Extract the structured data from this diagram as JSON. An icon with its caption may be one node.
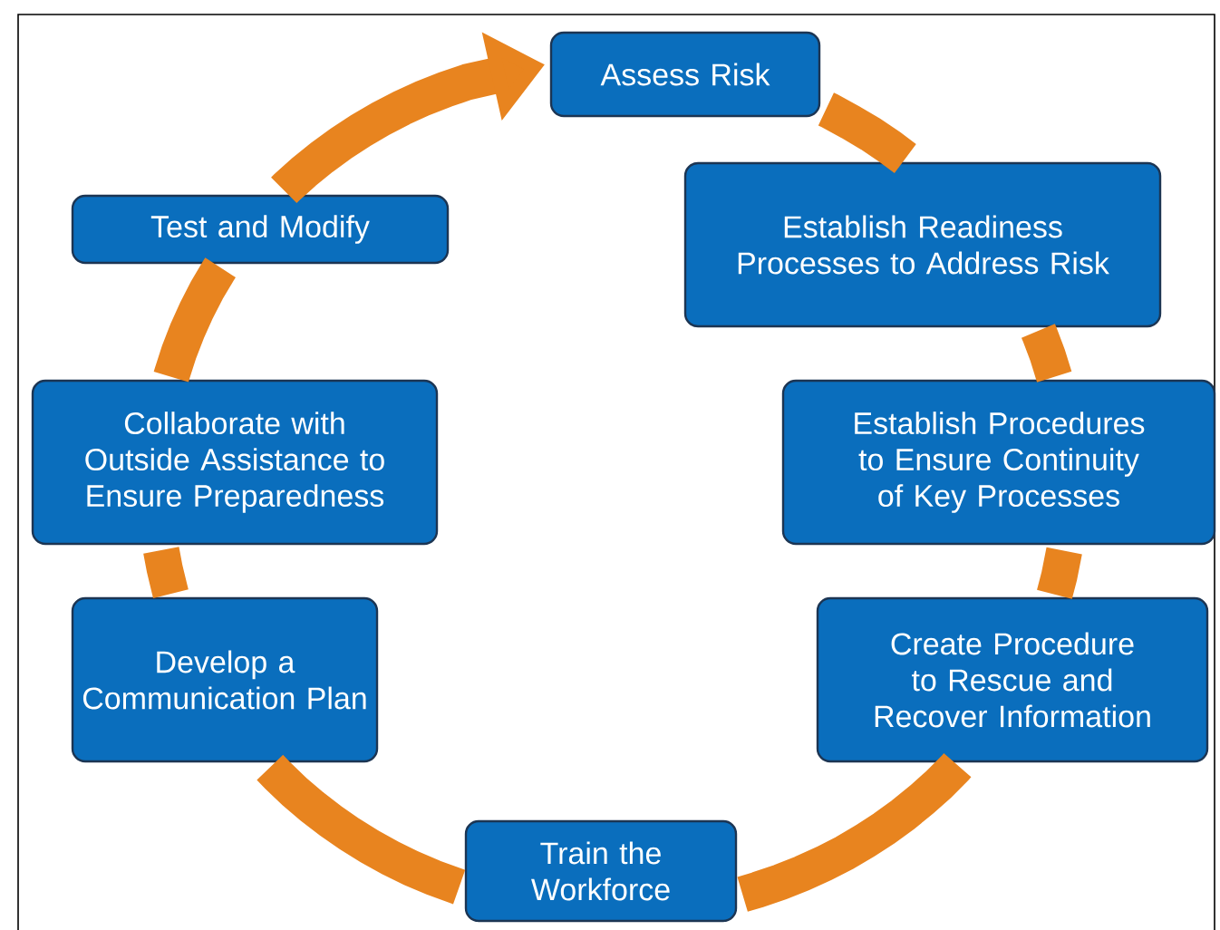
{
  "diagram": {
    "nodes": [
      {
        "text": [
          "Assess Risk"
        ]
      },
      {
        "text": [
          "Establish Readiness Processes to Address Risk"
        ]
      },
      {
        "text": [
          "Establish Procedures to Ensure Continuity of Key Processes"
        ]
      },
      {
        "text": [
          "Create Procedure to Rescue and Recover Information"
        ]
      },
      {
        "text": [
          "Train the Workforce"
        ]
      },
      {
        "text": [
          "Develop a Communication Plan"
        ]
      },
      {
        "text": [
          "Collaborate with Outside Assistance to Ensure Preparedness"
        ]
      },
      {
        "text": [
          "Test and Modify"
        ]
      }
    ],
    "edges": [
      {
        "from": 0,
        "to": 1,
        "arrow": "none"
      },
      {
        "from": 1,
        "to": 2,
        "arrow": "none"
      },
      {
        "from": 2,
        "to": 3,
        "arrow": "none"
      },
      {
        "from": 3,
        "to": 4,
        "arrow": "none"
      },
      {
        "from": 4,
        "to": 5,
        "arrow": "none"
      },
      {
        "from": 5,
        "to": 6,
        "arrow": "none"
      },
      {
        "from": 6,
        "to": 7,
        "arrow": "none"
      },
      {
        "from": 7,
        "to": 0,
        "arrow": "to"
      }
    ]
  }
}
